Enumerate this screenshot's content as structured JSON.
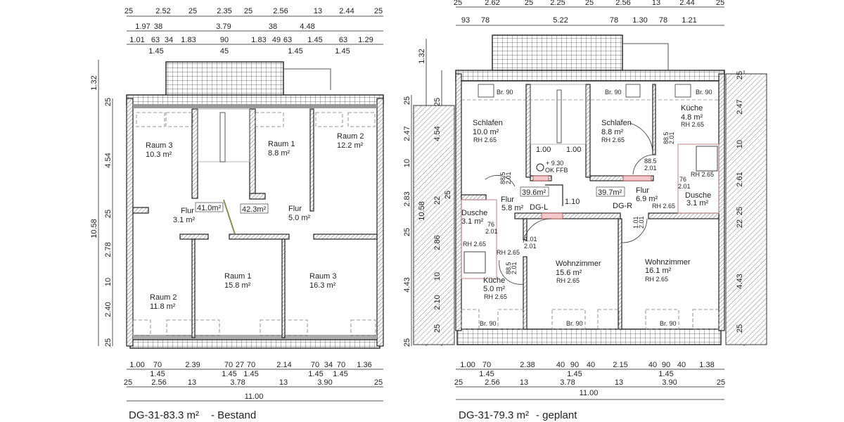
{
  "plans": [
    {
      "title": "DG-31-83.3 m²",
      "subtitle": "- Bestand",
      "top_dims": {
        "row1": [
          "25",
          "2.52",
          "25",
          "2.35",
          "25",
          "2.56",
          "13",
          "2.44",
          "25"
        ],
        "row2": [
          "1.97",
          "38",
          "3.79",
          "38",
          "4.48"
        ],
        "row3": [
          "1.01",
          "63",
          "34",
          "1.83",
          "90",
          "1.83",
          "49",
          "63",
          "1.45",
          "63",
          "1.29"
        ],
        "row3_sub": [
          "1.45",
          "45",
          "1.45",
          "1.45"
        ]
      },
      "bottom_dims": {
        "row1": [
          "1.00",
          "70",
          "2.39",
          "70",
          "27",
          "70",
          "2.14",
          "70",
          "34",
          "70",
          "1.36"
        ],
        "row1_sub": [
          "1.45",
          "1.45",
          "1.45",
          "1.45",
          "1.45"
        ],
        "row2": [
          "25",
          "2.56",
          "13",
          "3.78",
          "13",
          "3.90",
          "25"
        ],
        "total": "11.00"
      },
      "side_dims": {
        "outer": [
          "1.32",
          "10.58"
        ],
        "inner": [
          "25",
          "4.54",
          "25",
          "2.78",
          "10",
          "2.40",
          "25"
        ]
      },
      "rooms": [
        {
          "name": "Raum 3",
          "area": "10.3 m²"
        },
        {
          "name": "Raum 1",
          "area": "8.8 m²"
        },
        {
          "name": "Raum 2",
          "area": "12.2 m²"
        },
        {
          "name": "Flur",
          "area": "3.1 m²"
        },
        {
          "name": "Flur",
          "area": "5.0 m²"
        },
        {
          "name": "Raum 2",
          "area": "11.8 m²"
        },
        {
          "name": "Raum 1",
          "area": "15.8 m²"
        },
        {
          "name": "Raum 3",
          "area": "16.3 m²"
        }
      ],
      "unit_areas": [
        "41.0m²",
        "42.3m²"
      ]
    },
    {
      "title": "DG-31-79.3 m²",
      "subtitle": "- geplant",
      "top_dims": {
        "row1": [
          "25",
          "2.62",
          "25",
          "2.25",
          "25",
          "2.56",
          "13",
          "2.44",
          "25"
        ],
        "row2": [
          "93",
          "78",
          "5.22",
          "78",
          "1.30",
          "78",
          "1.21"
        ]
      },
      "bottom_dims": {
        "row1": [
          "1.00",
          "70",
          "2.38",
          "40",
          "90",
          "40",
          "2.15",
          "40",
          "90",
          "40",
          "1.38"
        ],
        "row1_sub": [
          "1.45",
          "1.45",
          "1.45"
        ],
        "row2": [
          "25",
          "2.56",
          "13",
          "3.78",
          "13",
          "3.90",
          "25"
        ],
        "total": "11.00"
      },
      "side_dims": {
        "far_left": [
          "25",
          "2.47",
          "10",
          "2.83",
          "25",
          "4.43",
          "25"
        ],
        "outer": [
          "1.32",
          "10.58"
        ],
        "inner": [
          "25",
          "4.54",
          "22",
          "2.86",
          "10",
          "2.10",
          "25"
        ],
        "inner_b": "25",
        "right": [
          "25",
          "2.47",
          "10",
          "2.61",
          "25",
          "22",
          "4.43",
          "25"
        ]
      },
      "rooms": [
        {
          "name": "Schlafen",
          "area": "10.0 m²",
          "rh": "RH 2.65"
        },
        {
          "name": "Schlafen",
          "area": "8.8 m²",
          "rh": "RH 2.65"
        },
        {
          "name": "Küche",
          "area": "4.8 m²",
          "rh": "RH 2.65"
        },
        {
          "name": "Flur",
          "area": "5.8 m²"
        },
        {
          "name": "Flur",
          "area": "6.9 m²",
          "rh": "RH 2.65"
        },
        {
          "name": "Dusche",
          "area": "3.1 m²",
          "rh": "RH 2.65"
        },
        {
          "name": "Dusche",
          "area": "3.1 m²",
          "rh": "RH 2.65"
        },
        {
          "name": "Küche",
          "area": "5.0 m²",
          "rh": "RH 2.65"
        },
        {
          "name": "Wohnzimmer",
          "area": "15.6 m²",
          "rh": "RH 2.65"
        },
        {
          "name": "Wohnzimmer",
          "area": "16.1 m²",
          "rh": "RH 2.65"
        }
      ],
      "unit_areas": [
        "39.6m²",
        "39.7m²"
      ],
      "unit_labels": [
        "DG-L",
        "DG-R"
      ],
      "window_label": "Br. 90",
      "extra_rh": "RH 2.65",
      "stair": {
        "left": "1.00",
        "right": "1.00",
        "level": "+ 9.30",
        "level_label": "OK FFB"
      },
      "corridor_width": "1.10",
      "doors": [
        {
          "w": "88.5",
          "h": "2.01"
        },
        {
          "w": "88.5",
          "h": "2.01"
        },
        {
          "w": "88.5",
          "h": "2.01"
        },
        {
          "w": "76",
          "h": "2.01"
        },
        {
          "w": "76",
          "h": "2.01"
        },
        {
          "w": "1.01",
          "h": "2.01"
        },
        {
          "w": "88.5",
          "h": "2.01"
        },
        {
          "w": "1.01",
          "h": "2.01"
        }
      ]
    }
  ]
}
